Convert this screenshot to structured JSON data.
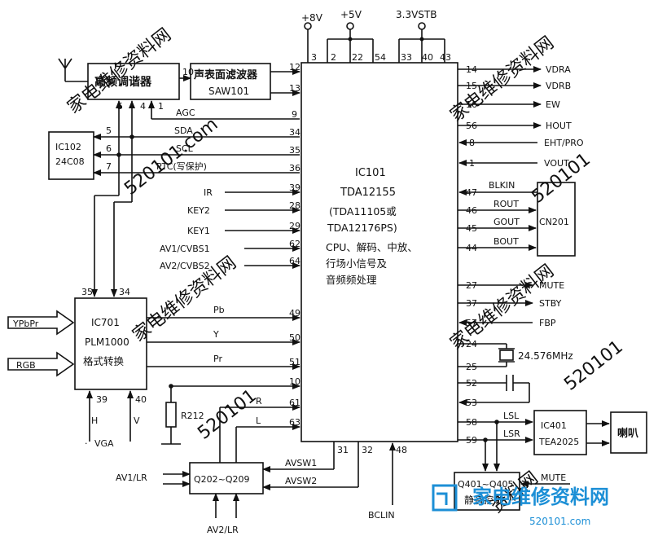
{
  "watermarks": {
    "wm1": "家电维修资料网",
    "wm2": "520101.com",
    "wm3": "家电维修资料网",
    "wm4": "520101",
    "wm5": "家电维修资料网",
    "wm6": "520101",
    "wm7": "家电维修资料网",
    "wm8": "520101",
    "wm9": "资料网",
    "logo_text": "家电维修资料网",
    "logo_url": "520101.com"
  },
  "power": {
    "v8": "+8V",
    "v5": "+5V",
    "v33": "3.3VSTB"
  },
  "ic101": {
    "ref": "IC101",
    "part": "TDA12155",
    "alt1": "(TDA11105或",
    "alt2": "TDA12176PS)",
    "desc1": "CPU、解码、中放、",
    "desc2": "行场小信号及",
    "desc3": "音频频处理"
  },
  "blocks": {
    "tuner": "高频调谐器",
    "saw_name": "声表面滤波器",
    "saw_ref": "SAW101",
    "eeprom_ref": "IC102",
    "eeprom_part": "24C08",
    "ic701_ref": "IC701",
    "ic701_part": "PLM1000",
    "ic701_desc": "格式转换",
    "cn201": "CN201",
    "ic401_ref": "IC401",
    "ic401_part": "TEA2025",
    "speaker": "喇叭",
    "mute_block_ref": "Q401~Q405",
    "mute_block_desc": "静音控制",
    "sw_block": "Q202~Q209",
    "r212": "R212",
    "crystal": "24.576MHz"
  },
  "pins": {
    "top": [
      "3",
      "2",
      "22",
      "54",
      "33",
      "40",
      "43"
    ],
    "left": [
      "12",
      "13",
      "9",
      "34",
      "35",
      "36",
      "39",
      "28",
      "29",
      "62",
      "64",
      "49",
      "50",
      "51",
      "10",
      "61",
      "63"
    ],
    "right": [
      "14",
      "15",
      "16",
      "56",
      "8",
      "1",
      "47",
      "46",
      "45",
      "44",
      "27",
      "37",
      "57",
      "24",
      "25",
      "52",
      "53",
      "58",
      "59"
    ],
    "bottom": [
      "31",
      "32",
      "48"
    ],
    "tuner": [
      "10",
      "5",
      "4",
      "1"
    ],
    "eeprom": [
      "5",
      "6",
      "7"
    ],
    "ic701_top": [
      "35",
      "34"
    ],
    "ic701_bottom": [
      "39",
      "40"
    ]
  },
  "signals": {
    "agc": "AGC",
    "sda": "SDA",
    "scl": "SCL",
    "ptc": "PTC(写保护)",
    "ir": "IR",
    "key2": "KEY2",
    "key1": "KEY1",
    "av1": "AV1/CVBS1",
    "av2": "AV2/CVBS2",
    "pb": "Pb",
    "y": "Y",
    "pr": "Pr",
    "r": "R",
    "l": "L",
    "vdra": "VDRA",
    "vdrb": "VDRB",
    "ew": "EW",
    "hout": "HOUT",
    "eht": "EHT/PRO",
    "vout": "VOUT",
    "blkin": "BLKIN",
    "rout": "ROUT",
    "gout": "GOUT",
    "bout": "BOUT",
    "mute": "MUTE",
    "stby": "STBY",
    "fbp": "FBP",
    "lsl": "LSL",
    "lsr": "LSR",
    "mute2": "MUTE",
    "avsw1": "AVSW1",
    "avsw2": "AVSW2",
    "bclin": "BCLIN",
    "ypbpr": "YPbPr",
    "rgb": "RGB",
    "h": "H",
    "v": "V",
    "vga": "VGA",
    "av1lr": "AV1/LR",
    "av2lr": "AV2/LR"
  },
  "colors": {
    "ink": "#111111",
    "watermark": "#cfe0ee",
    "logo": "#1c8fd6"
  }
}
